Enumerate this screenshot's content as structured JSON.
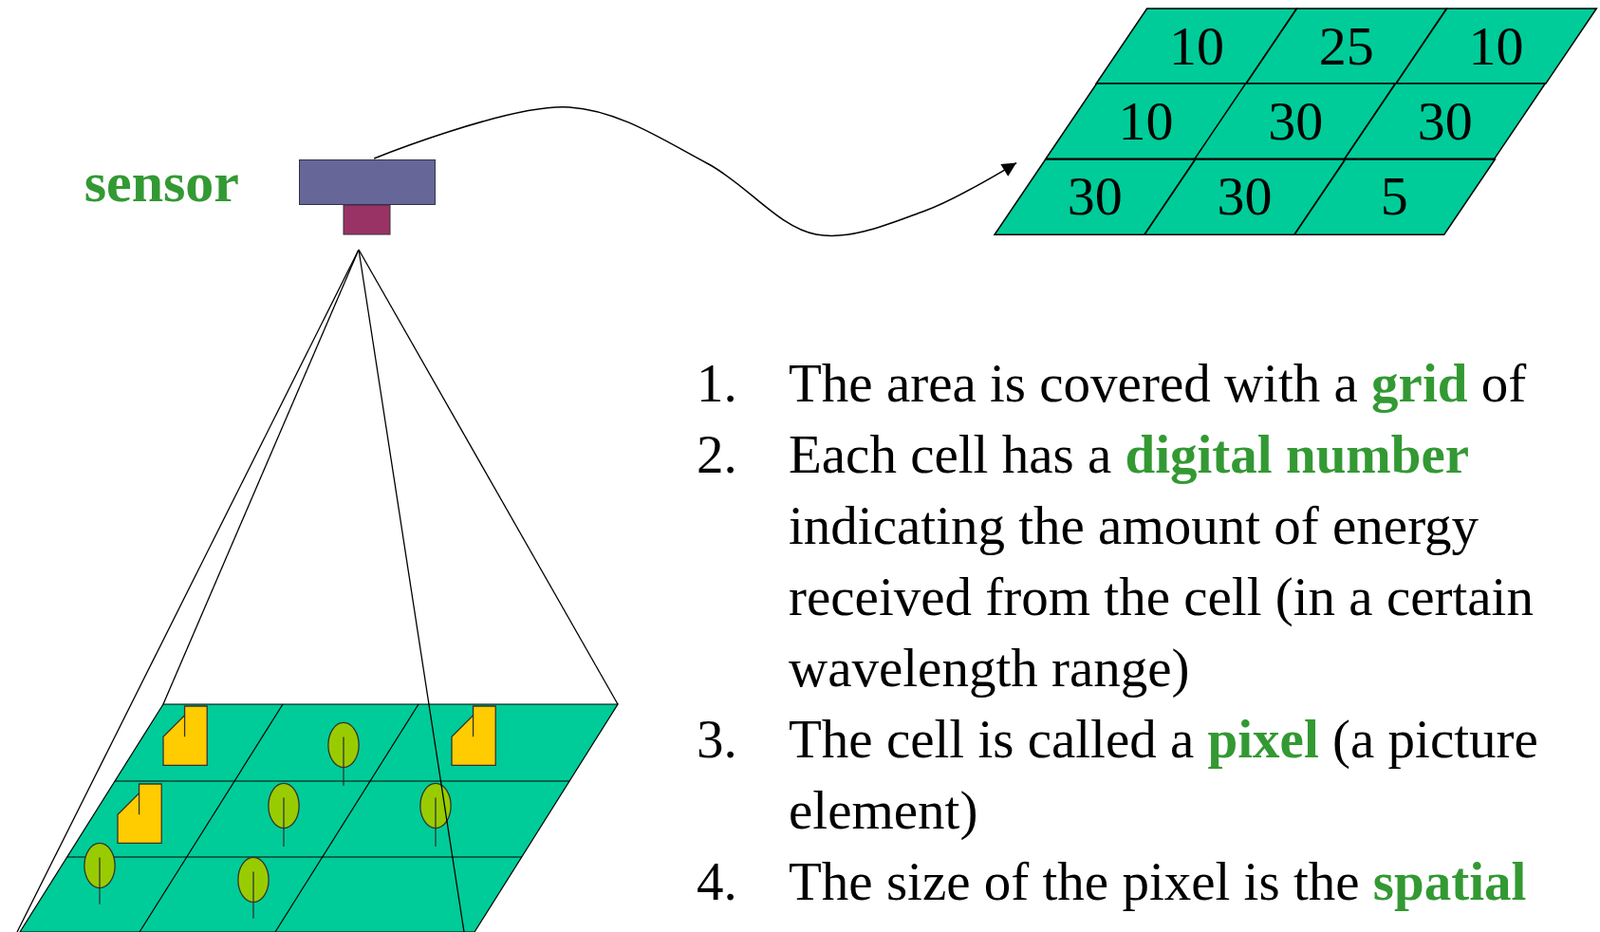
{
  "diagram": {
    "nodes": [
      {
        "text": [
          "sensor"
        ]
      },
      {
        "text": [
          "10"
        ]
      },
      {
        "text": [
          "25"
        ]
      },
      {
        "text": [
          "10"
        ]
      },
      {
        "text": [
          "10"
        ]
      },
      {
        "text": [
          "30"
        ]
      },
      {
        "text": [
          "30"
        ]
      },
      {
        "text": [
          "30"
        ]
      },
      {
        "text": [
          "30"
        ]
      },
      {
        "text": [
          "5"
        ]
      }
    ],
    "edges": [
      {
        "from": 0,
        "to": 7,
        "arrow": "to"
      }
    ],
    "labels": [
      "1.",
      "The area is covered with a grid of",
      "2.",
      "Each cell has a digital number indicating the amount of energy received from the cell (in a certain wavelength range)",
      "3.",
      "The cell is called a pixel (a picture element)",
      "4.",
      "The size of the pixel is the spatial"
    ]
  }
}
